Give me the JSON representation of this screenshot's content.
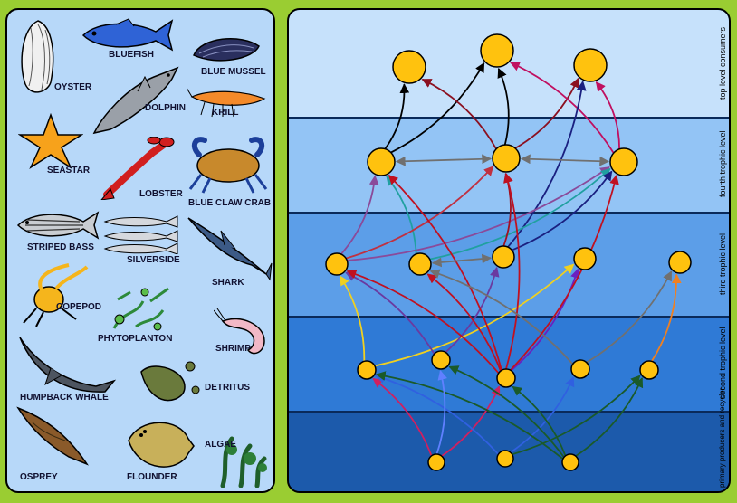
{
  "organisms": [
    {
      "id": "oyster",
      "label": "OYSTER",
      "icon": "oyster-icon"
    },
    {
      "id": "bluefish",
      "label": "BLUEFISH",
      "icon": "bluefish-icon"
    },
    {
      "id": "blue-mussel",
      "label": "BLUE MUSSEL",
      "icon": "blue-mussel-icon"
    },
    {
      "id": "dolphin",
      "label": "DOLPHIN",
      "icon": "dolphin-icon"
    },
    {
      "id": "krill",
      "label": "KRILL",
      "icon": "krill-icon"
    },
    {
      "id": "seastar",
      "label": "SEASTAR",
      "icon": "seastar-icon"
    },
    {
      "id": "lobster",
      "label": "LOBSTER",
      "icon": "lobster-icon"
    },
    {
      "id": "blue-claw-crab",
      "label": "BLUE CLAW CRAB",
      "icon": "crab-icon"
    },
    {
      "id": "striped-bass",
      "label": "STRIPED BASS",
      "icon": "striped-bass-icon"
    },
    {
      "id": "silverside",
      "label": "SILVERSIDE",
      "icon": "silverside-icon"
    },
    {
      "id": "shark",
      "label": "SHARK",
      "icon": "shark-icon"
    },
    {
      "id": "copepod",
      "label": "COPEPOD",
      "icon": "copepod-icon"
    },
    {
      "id": "phytoplanton",
      "label": "PHYTOPLANTON",
      "icon": "phytoplankton-icon"
    },
    {
      "id": "shrimp",
      "label": "SHRIMP",
      "icon": "shrimp-icon"
    },
    {
      "id": "humpback-whale",
      "label": "HUMPBACK WHALE",
      "icon": "whale-icon"
    },
    {
      "id": "detritus",
      "label": "DETRITUS",
      "icon": "detritus-icon"
    },
    {
      "id": "osprey",
      "label": "OSPREY",
      "icon": "osprey-icon"
    },
    {
      "id": "flounder",
      "label": "FLOUNDER",
      "icon": "flounder-icon"
    },
    {
      "id": "algae",
      "label": "ALGAE",
      "icon": "algae-icon"
    }
  ],
  "levels": [
    {
      "id": "top",
      "label": "top level consumers",
      "color": "#c6e1fb"
    },
    {
      "id": "fourth",
      "label": "fourth trophic level",
      "color": "#93c4f5"
    },
    {
      "id": "third",
      "label": "third trophic level",
      "color": "#5c9ee8"
    },
    {
      "id": "second",
      "label": "second trophic level",
      "color": "#2f7ad6"
    },
    {
      "id": "primary",
      "label": "primary producers and recycler",
      "color": "#1c5aab"
    }
  ],
  "colors": {
    "node_fill": "#ffc20e",
    "node_stroke": "#000000",
    "panel_bg": "#b7d8f9",
    "page_bg": "#9acd32"
  }
}
